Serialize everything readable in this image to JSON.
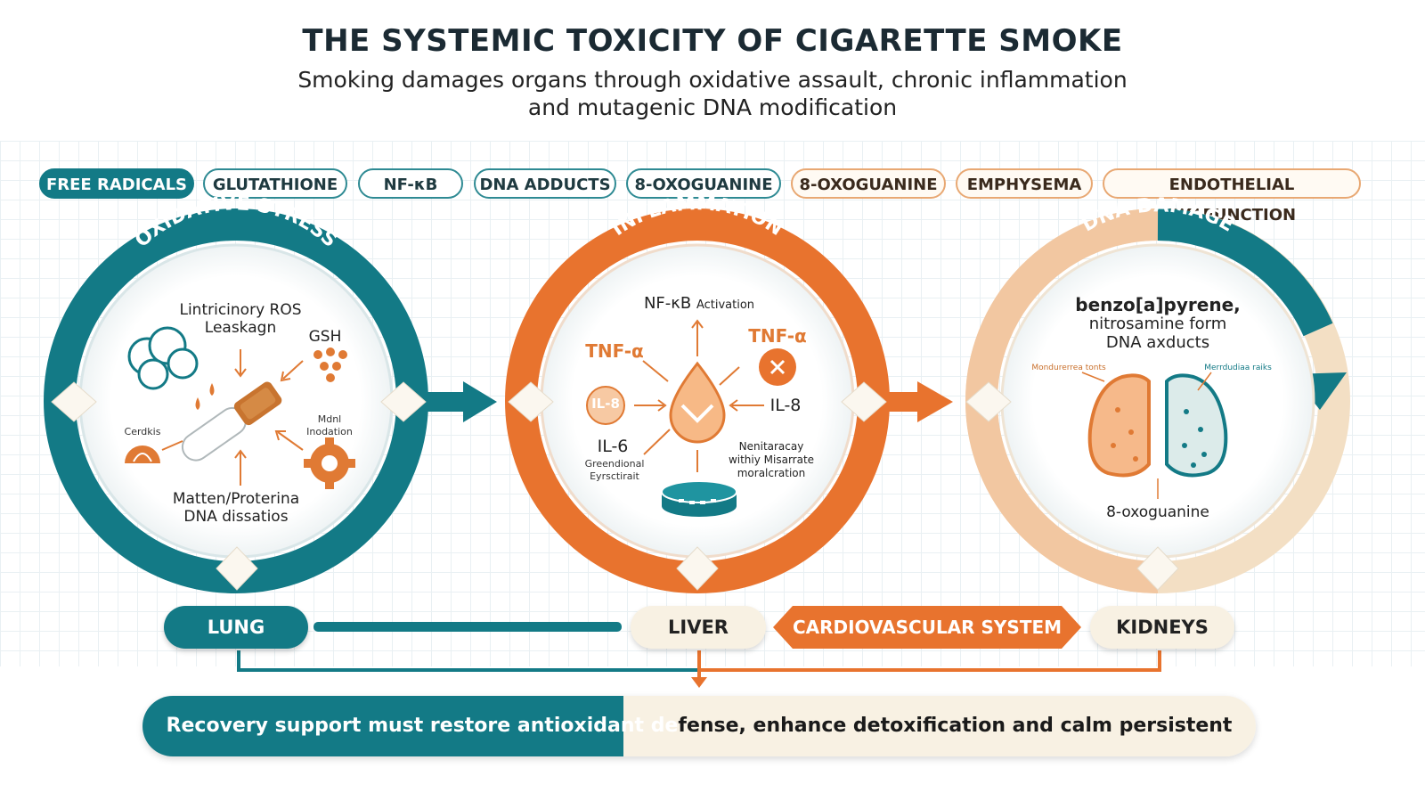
{
  "title": "THE SYSTEMIC TOXICITY OF CIGARETTE SMOKE",
  "subtitle_line1": "Smoking damages organs through oxidative assault, chronic inflammation",
  "subtitle_line2": "and mutagenic DNA modification",
  "tags": [
    "FREE RADICALS",
    "GLUTATHIONE",
    "NF-κB",
    "DNA ADDUCTS",
    "8-OXOGUANINE",
    "8-OXOGUANINE",
    "EMPHYSEMA",
    "ENDOTHELIAL DYSFUNCTION"
  ],
  "circles": {
    "oxidative": {
      "title": "OXIDATIVE STRESS",
      "ros_line1": "Lintricinory ROS",
      "ros_line2": "Leaskagn",
      "gsh": "GSH",
      "left_small": "Cerdkis",
      "right_small_line1": "Mdnl",
      "right_small_line2": "Inodation",
      "bottom_line1": "Matten/Proterina",
      "bottom_line2": "DNA dissatios"
    },
    "inflammation": {
      "title": "INFLAMMATION",
      "nfkb_main": "NF-κB",
      "nfkb_sub": "Activation",
      "tnf_left": "TNF-α",
      "tnf_right": "TNF-α",
      "il8_badge": "IL-8",
      "il8_right": "IL-8",
      "il6": "IL-6",
      "il6_sub_line1": "Greendional",
      "il6_sub_line2": "Eyrsctirait",
      "right_note_line1": "Nenitaracay",
      "right_note_line2": "withiy Misarrate",
      "right_note_line3": "moralcration"
    },
    "dna": {
      "title": "DNA DAMAGE",
      "line1": "benzo[a]pyrene,",
      "line2": "nitrosamine form",
      "line3": "DNA axducts",
      "left_small": "Mondurerrea tonts",
      "right_small": "Merrdudiaa raiks",
      "bottom": "8-oxoguanine"
    }
  },
  "organs": {
    "lung": "LUNG",
    "liver": "LIVER",
    "cardio": "CARDIOVASCULAR SYSTEM",
    "kidneys": "KIDNEYS"
  },
  "banner": {
    "part1": "Recovery support must restore antioxidant de",
    "part2": "fense, enhance detoxification and calm persistent inflammation"
  },
  "colors": {
    "teal": "#137a86",
    "orange": "#e8732e",
    "cream": "#f8efe0",
    "peach": "#f6c79b"
  },
  "icons": [
    "cloud-icon",
    "cigarette-icon",
    "particles-icon",
    "gear-icon",
    "seed-icon",
    "droplet-icon",
    "petri-dish-icon",
    "lungs-icon",
    "x-icon"
  ]
}
